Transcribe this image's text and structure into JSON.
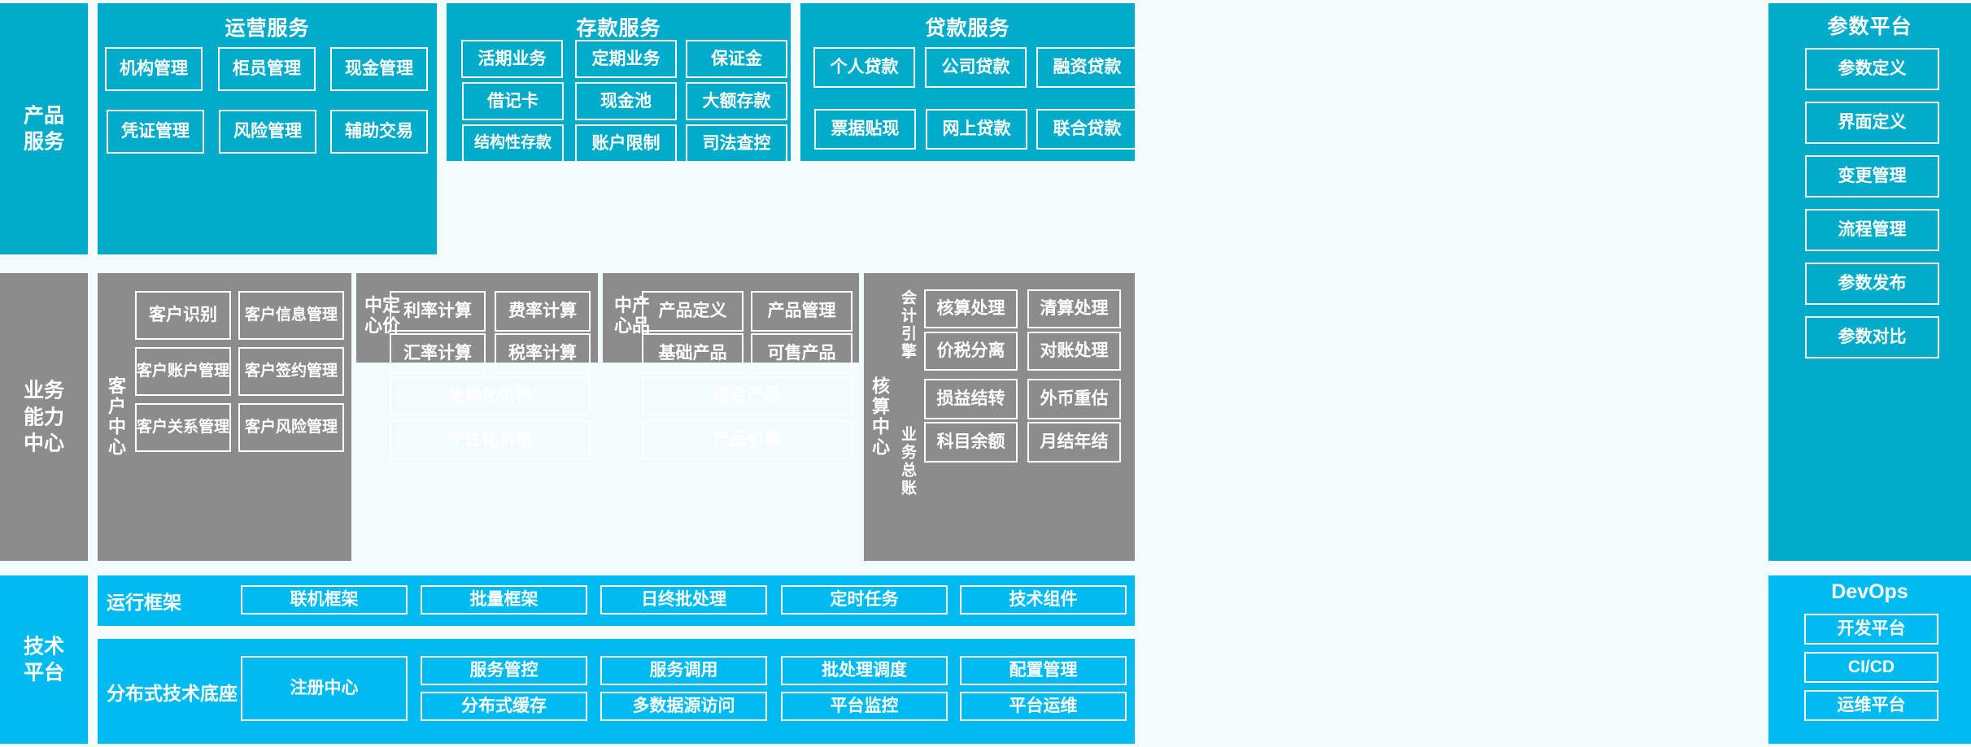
{
  "colors": {
    "background": "#f3fcfd",
    "product_service_teal": "#00acca",
    "business_capability_grey": "#8c8c8c",
    "tech_platform_cyan": "#00bbf0",
    "devops_cyan": "#00bbf0",
    "border_white": "#ffffff",
    "text_white": "#ffffff"
  },
  "rows": {
    "product_service": {
      "side_label": "产品\n服务",
      "side_label_lines": [
        "产品",
        "服务"
      ],
      "groups": [
        {
          "title": "运营服务",
          "items": [
            "机构管理",
            "柜员管理",
            "现金管理",
            "凭证管理",
            "风险管理",
            "辅助交易"
          ]
        },
        {
          "title": "存款服务",
          "items": [
            "活期业务",
            "定期业务",
            "保证金",
            "借记卡",
            "现金池",
            "大额存款",
            "结构性存款",
            "账户限制",
            "司法查控"
          ]
        },
        {
          "title": "贷款服务",
          "items": [
            "个人贷款",
            "公司贷款",
            "融资贷款",
            "票据贴现",
            "网上贷款",
            "联合贷款"
          ]
        }
      ]
    },
    "business_capability": {
      "side_label_lines": [
        "业务",
        "能力",
        "中心"
      ],
      "centers": [
        {
          "vlabel": "客户中心",
          "items": [
            "客户识别",
            "客户信息管理",
            "客户账户管理",
            "客户签约管理",
            "客户关系管理",
            "客户风险管理"
          ]
        },
        {
          "vlabel": "定价中心",
          "items": [
            "利率计算",
            "费率计算",
            "汇率计算",
            "税率计算"
          ],
          "wide_items": [
            "差异化价格",
            "个性化价格"
          ]
        },
        {
          "vlabel": "产品中心",
          "items": [
            "产品定义",
            "产品管理",
            "基础产品",
            "可售产品"
          ],
          "wide_items": [
            "组合产品",
            "产品引擎"
          ]
        },
        {
          "vlabel": "核算中心",
          "sub_groups": [
            {
              "vlabel": "会计引擎",
              "items": [
                "核算处理",
                "清算处理",
                "价税分离",
                "对账处理"
              ]
            },
            {
              "vlabel": "业务总账",
              "items": [
                "损益结转",
                "外币重估",
                "科目余额",
                "月结年结"
              ]
            }
          ]
        }
      ]
    },
    "tech_platform": {
      "side_label_lines": [
        "技术",
        "平台"
      ],
      "bands": [
        {
          "label": "运行框架",
          "items": [
            "联机框架",
            "批量框架",
            "日终批处理",
            "定时任务",
            "技术组件"
          ]
        },
        {
          "label": "分布式技术底座",
          "registry": "注册中心",
          "items_top": [
            "服务管控",
            "服务调用",
            "批处理调度",
            "配置管理"
          ],
          "items_bottom": [
            "分布式缓存",
            "多数据源访问",
            "平台监控",
            "平台运维"
          ]
        }
      ]
    }
  },
  "right_column": {
    "parameter_platform": {
      "title": "参数平台",
      "items": [
        "参数定义",
        "界面定义",
        "变更管理",
        "流程管理",
        "参数发布",
        "参数对比"
      ]
    },
    "devops": {
      "title": "DevOps",
      "items": [
        "开发平台",
        "CI/CD",
        "运维平台"
      ]
    }
  }
}
